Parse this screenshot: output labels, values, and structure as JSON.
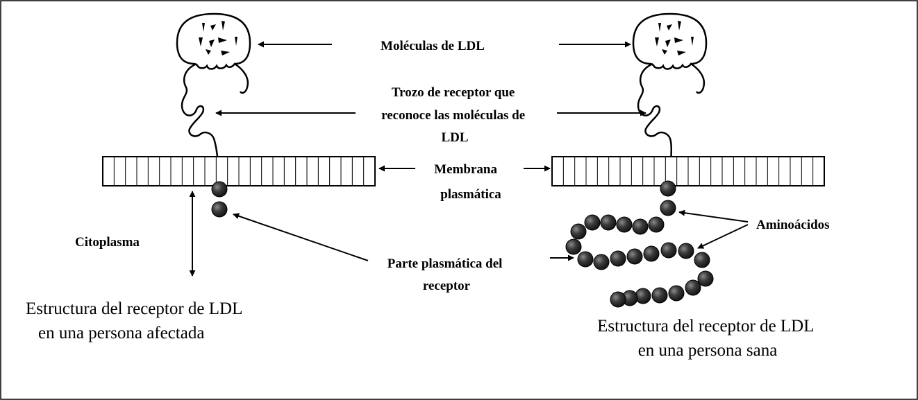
{
  "labels": {
    "ldl_molecules": "Moléculas de LDL",
    "receptor_fragment": [
      "Trozo de receptor que",
      "reconoce las moléculas  de",
      "LDL"
    ],
    "membrane": [
      "Membrana",
      "plasmática"
    ],
    "cytoplasm": "Citoplasma",
    "plasmatic_part": [
      "Parte plasmática del",
      "receptor"
    ],
    "amino_acids": "Aminoácidos"
  },
  "captions": {
    "affected": [
      "Estructura del receptor de LDL",
      "en una persona afectada"
    ],
    "healthy": [
      "Estructura del receptor de LDL",
      "en una persona sana"
    ]
  },
  "colors": {
    "ink": "#000000",
    "bead": "#3a3a3a",
    "background": "#ffffff"
  }
}
